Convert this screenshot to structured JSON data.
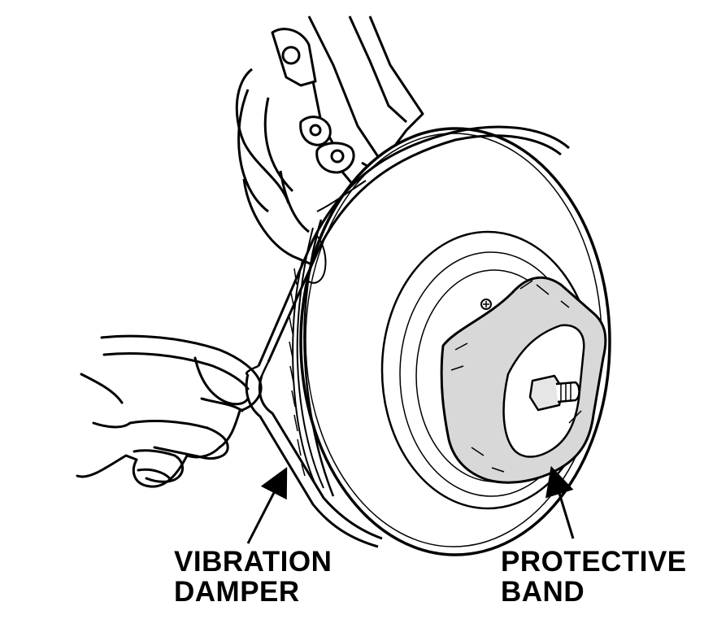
{
  "labels": {
    "vibration_damper": {
      "line1": "VIBRATION",
      "line2": "DAMPER"
    },
    "protective_band": {
      "line1": "PROTECTIVE",
      "line2": "BAND"
    }
  },
  "colors": {
    "ink": "#000000",
    "paper": "#ffffff",
    "band_fill": "#d8d8d8",
    "hub_fill": "#e6e6e6"
  },
  "icons": [
    "hand-illustration",
    "vibration-damper-pulley",
    "protective-band",
    "suspension-arm",
    "arrow-icon"
  ]
}
